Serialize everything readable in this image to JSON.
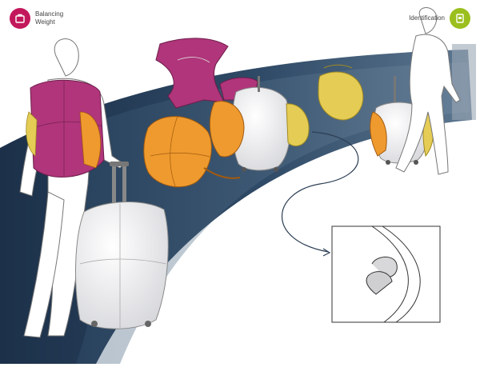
{
  "labels": {
    "left": {
      "line1": "Balancing",
      "line2": "Weight",
      "icon": "suitcase-icon",
      "color": "#c2185b"
    },
    "right": {
      "line1": "Identification",
      "icon": "id-tag-icon",
      "color": "#9bbf1e"
    }
  },
  "colors": {
    "path_dark": "#1f3550",
    "path_mid": "#3c5a76",
    "magenta": "#b0357a",
    "orange": "#ef9a2e",
    "yellow": "#e5cc55",
    "shell": "#f0f0f2",
    "line": "#3a3a3a"
  }
}
